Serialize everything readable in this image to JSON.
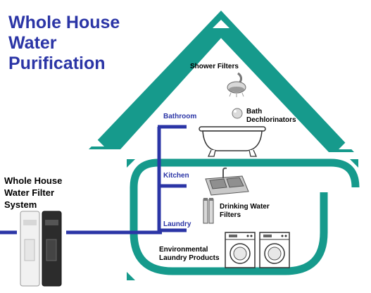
{
  "title": {
    "line1": "Whole House",
    "line2": "Water",
    "line3": "Purification"
  },
  "system": {
    "line1": "Whole House",
    "line2": "Water Filter",
    "line3": "System"
  },
  "rooms": {
    "bathroom": "Bathroom",
    "kitchen": "Kitchen",
    "laundry": "Laundry"
  },
  "items": {
    "shower": "Shower Filters",
    "bath_line1": "Bath",
    "bath_line2": "Dechlorinators",
    "drinking_line1": "Drinking Water",
    "drinking_line2": "Filters",
    "laundry_line1": "Environmental",
    "laundry_line2": "Laundry Products"
  },
  "colors": {
    "house": "#169a8c",
    "pipe": "#2b35a6",
    "title": "#2b35a6"
  }
}
